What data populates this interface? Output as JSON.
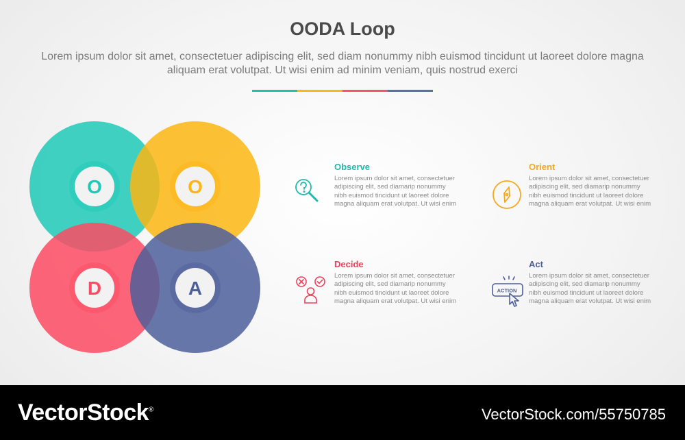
{
  "title": "OODA Loop",
  "subtitle": "Lorem ipsum dolor sit amet, consectetuer adipiscing elit, sed diam nonummy nibh euismod tincidunt ut laoreet dolore magna aliquam erat volutpat. Ut wisi enim ad minim veniam, quis nostrud exerci",
  "divider_colors": [
    "#1fc0b0",
    "#fbb81c",
    "#f4546b",
    "#5b6ea5"
  ],
  "circles": [
    {
      "letter": "O",
      "color": "#1fc9b7"
    },
    {
      "letter": "O",
      "color": "#fdb613"
    },
    {
      "letter": "D",
      "color": "#fd4b63"
    },
    {
      "letter": "A",
      "color": "#4d5f9a"
    }
  ],
  "items": [
    {
      "title": "Observe",
      "color": "#1fb9ad",
      "icon": "magnifier-question-icon",
      "text": "Lorem ipsum dolor sit amet, consectetuer adipiscing elit, sed diamarip nonummy nibh euismod tincidunt ut laoreet dolore magna aliquam erat volutpat. Ut wisi enim"
    },
    {
      "title": "Orient",
      "color": "#f5a81c",
      "icon": "compass-icon",
      "text": "Lorem ipsum dolor sit amet, consectetuer adipiscing elit, sed diamarip nonummy nibh euismod tincidunt ut laoreet dolore magna aliquam erat volutpat. Ut wisi enim"
    },
    {
      "title": "Decide",
      "color": "#ee3f5a",
      "icon": "decision-person-icon",
      "text": "Lorem ipsum dolor sit amet, consectetuer adipiscing elit, sed diamarip nonummy nibh euismod tincidunt ut laoreet dolore magna aliquam erat volutpat. Ut wisi enim"
    },
    {
      "title": "Act",
      "color": "#4d5f9a",
      "icon": "action-button-click-icon",
      "text": "Lorem ipsum dolor sit amet, consectetuer adipiscing elit, sed diamarip nonummy nibh euismod tincidunt ut laoreet dolore magna aliquam erat volutpat. Ut wisi enim"
    }
  ],
  "action_icon_label": "ACTION",
  "footer": {
    "brand": "VectorStock",
    "registered": "®",
    "stock_id": "VectorStock.com/55750785"
  }
}
